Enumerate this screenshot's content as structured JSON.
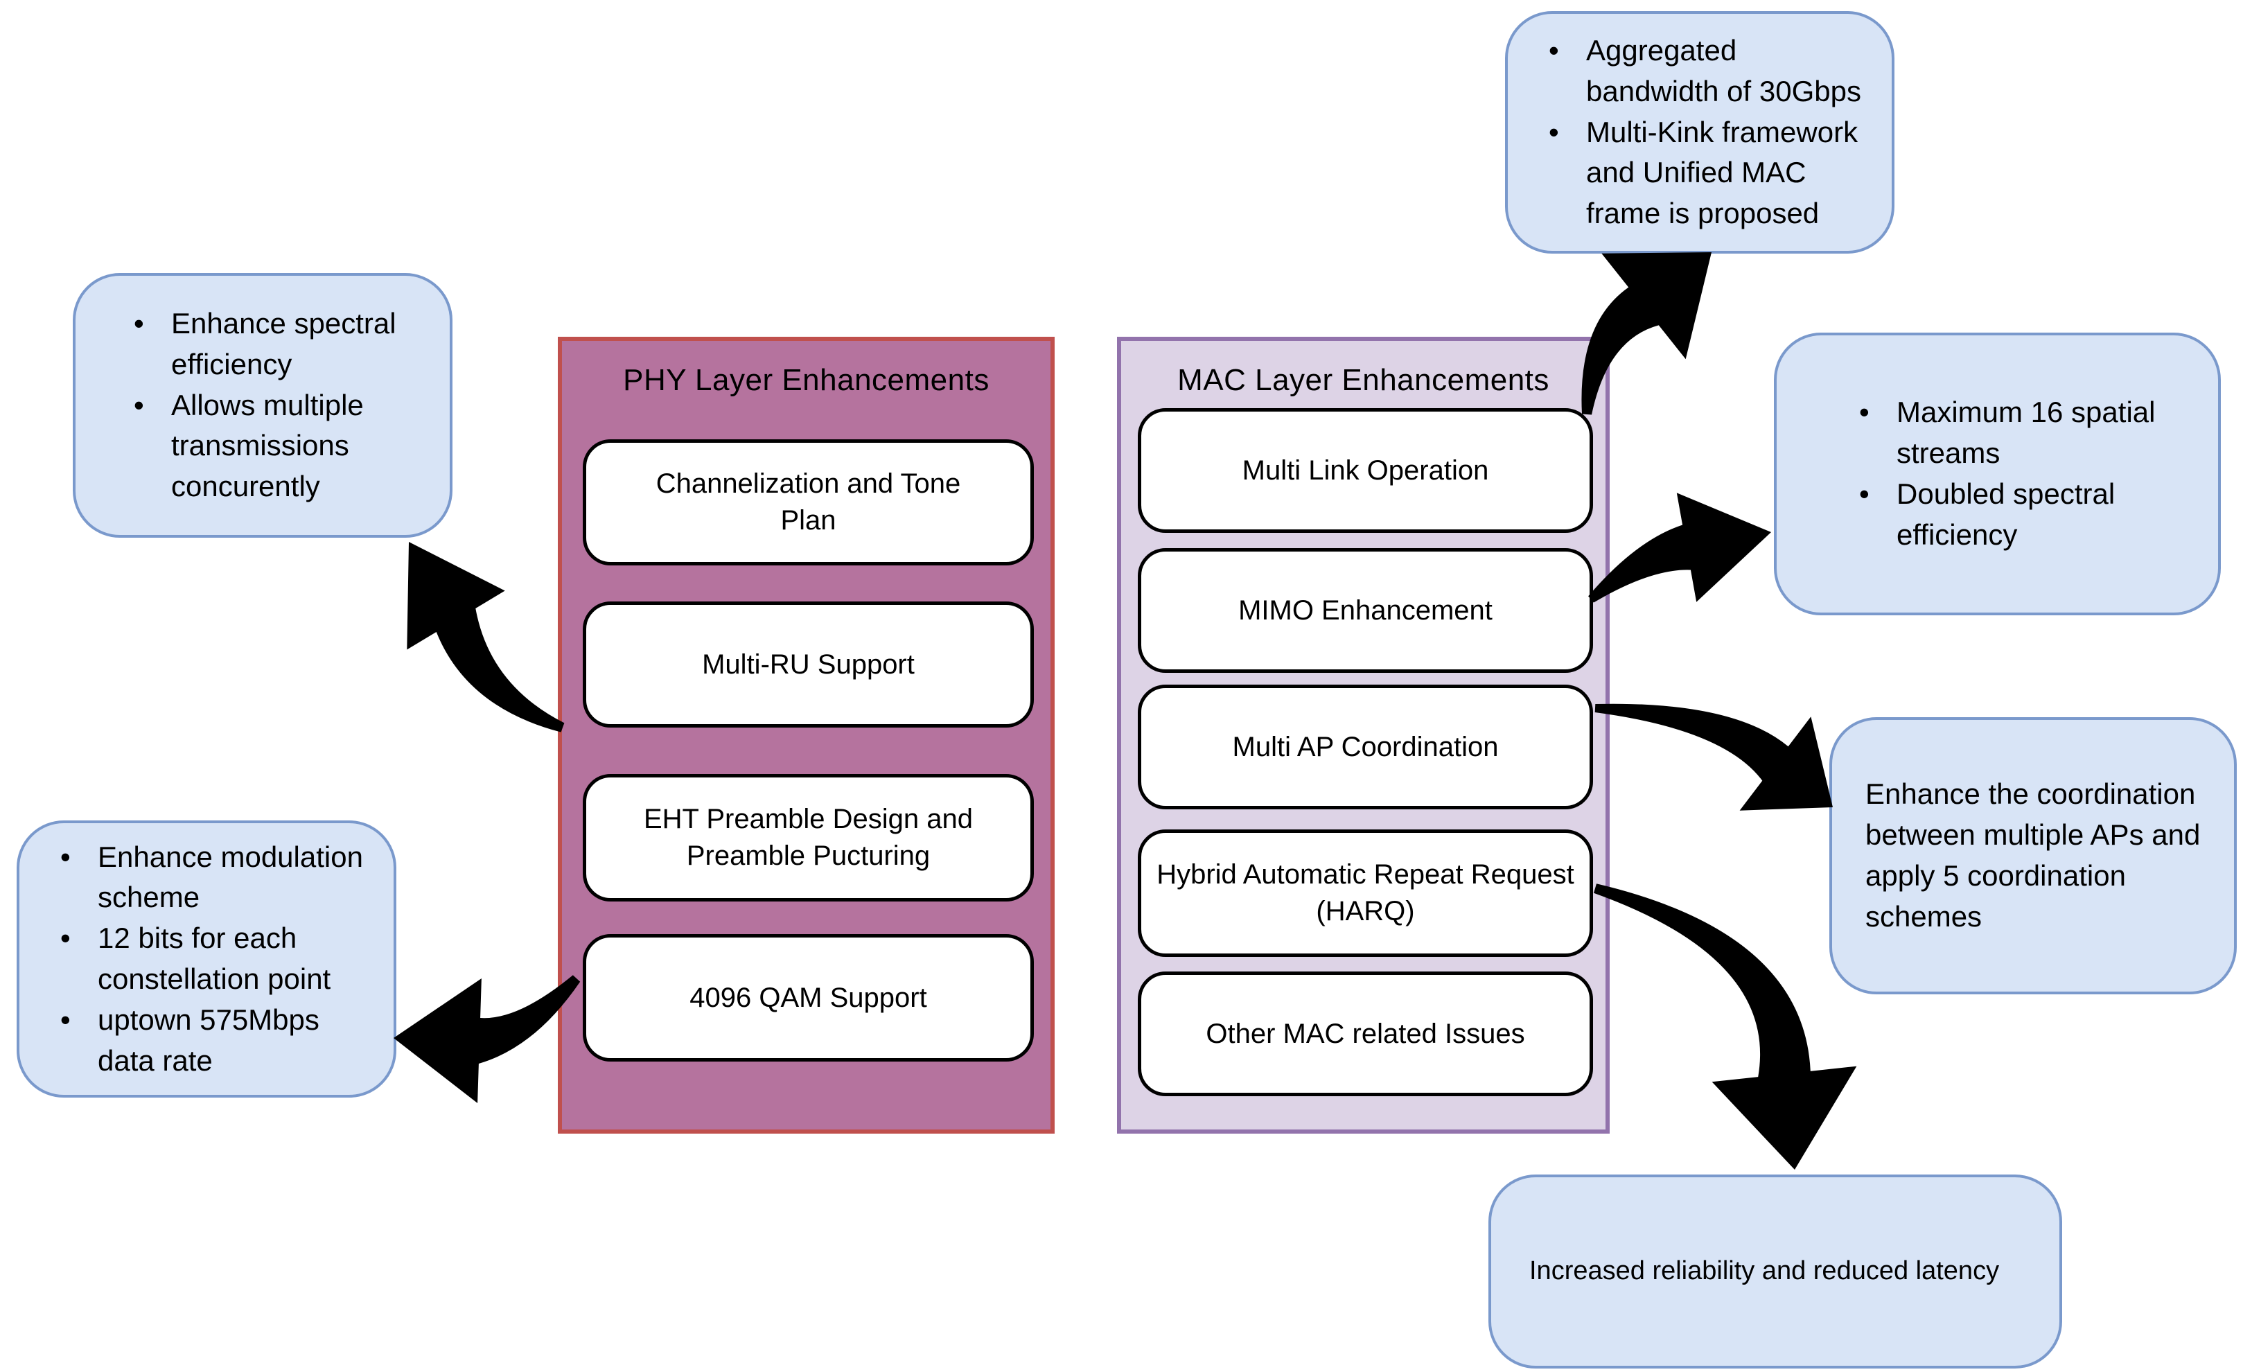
{
  "diagram": {
    "phy": {
      "title": "PHY Layer Enhancements",
      "items": [
        "Channelization and Tone Plan",
        "Multi-RU Support",
        "EHT Preamble  Design and Preamble Pucturing",
        "4096 QAM Support"
      ]
    },
    "mac": {
      "title": "MAC Layer Enhancements",
      "items": [
        "Multi Link Operation",
        "MIMO Enhancement",
        "Multi AP Coordination",
        "Hybrid Automatic Repeat Request (HARQ)",
        "Other MAC related Issues"
      ]
    },
    "callouts": {
      "spectral": {
        "bullets": [
          "Enhance spectral efficiency",
          "Allows multiple transmissions concurently"
        ]
      },
      "modulation": {
        "bullets": [
          "Enhance modulation scheme",
          "12 bits for each constellation point",
          "uptown 575Mbps data rate"
        ]
      },
      "aggregated": {
        "bullets": [
          "Aggregated bandwidth of 30Gbps",
          "Multi-Kink framework and Unified MAC frame is proposed"
        ]
      },
      "spatial": {
        "bullets": [
          "Maximum 16 spatial streams",
          "Doubled spectral efficiency"
        ]
      },
      "coordination": {
        "text": "Enhance the coordination between multiple APs and apply 5 coordination schemes"
      },
      "reliability": {
        "text": "Increased reliability and reduced latency"
      }
    },
    "connections": [
      {
        "from": "Multi-RU Support",
        "to": "spectral"
      },
      {
        "from": "4096 QAM Support",
        "to": "modulation"
      },
      {
        "from": "Multi Link Operation",
        "to": "aggregated"
      },
      {
        "from": "MIMO Enhancement",
        "to": "spatial"
      },
      {
        "from": "Multi AP Coordination",
        "to": "coordination"
      },
      {
        "from": "Hybrid Automatic Repeat Request (HARQ)",
        "to": "reliability"
      }
    ],
    "colors": {
      "background": "#ffffff",
      "phy_fill": "#b5739e",
      "phy_border": "#c0504d",
      "mac_fill": "#ddd3e6",
      "mac_border": "#9273ac",
      "node_fill": "#ffffff",
      "node_border": "#000000",
      "callout_fill": "#d8e4f6",
      "callout_border": "#7a99cc",
      "arrow": "#000000"
    }
  }
}
